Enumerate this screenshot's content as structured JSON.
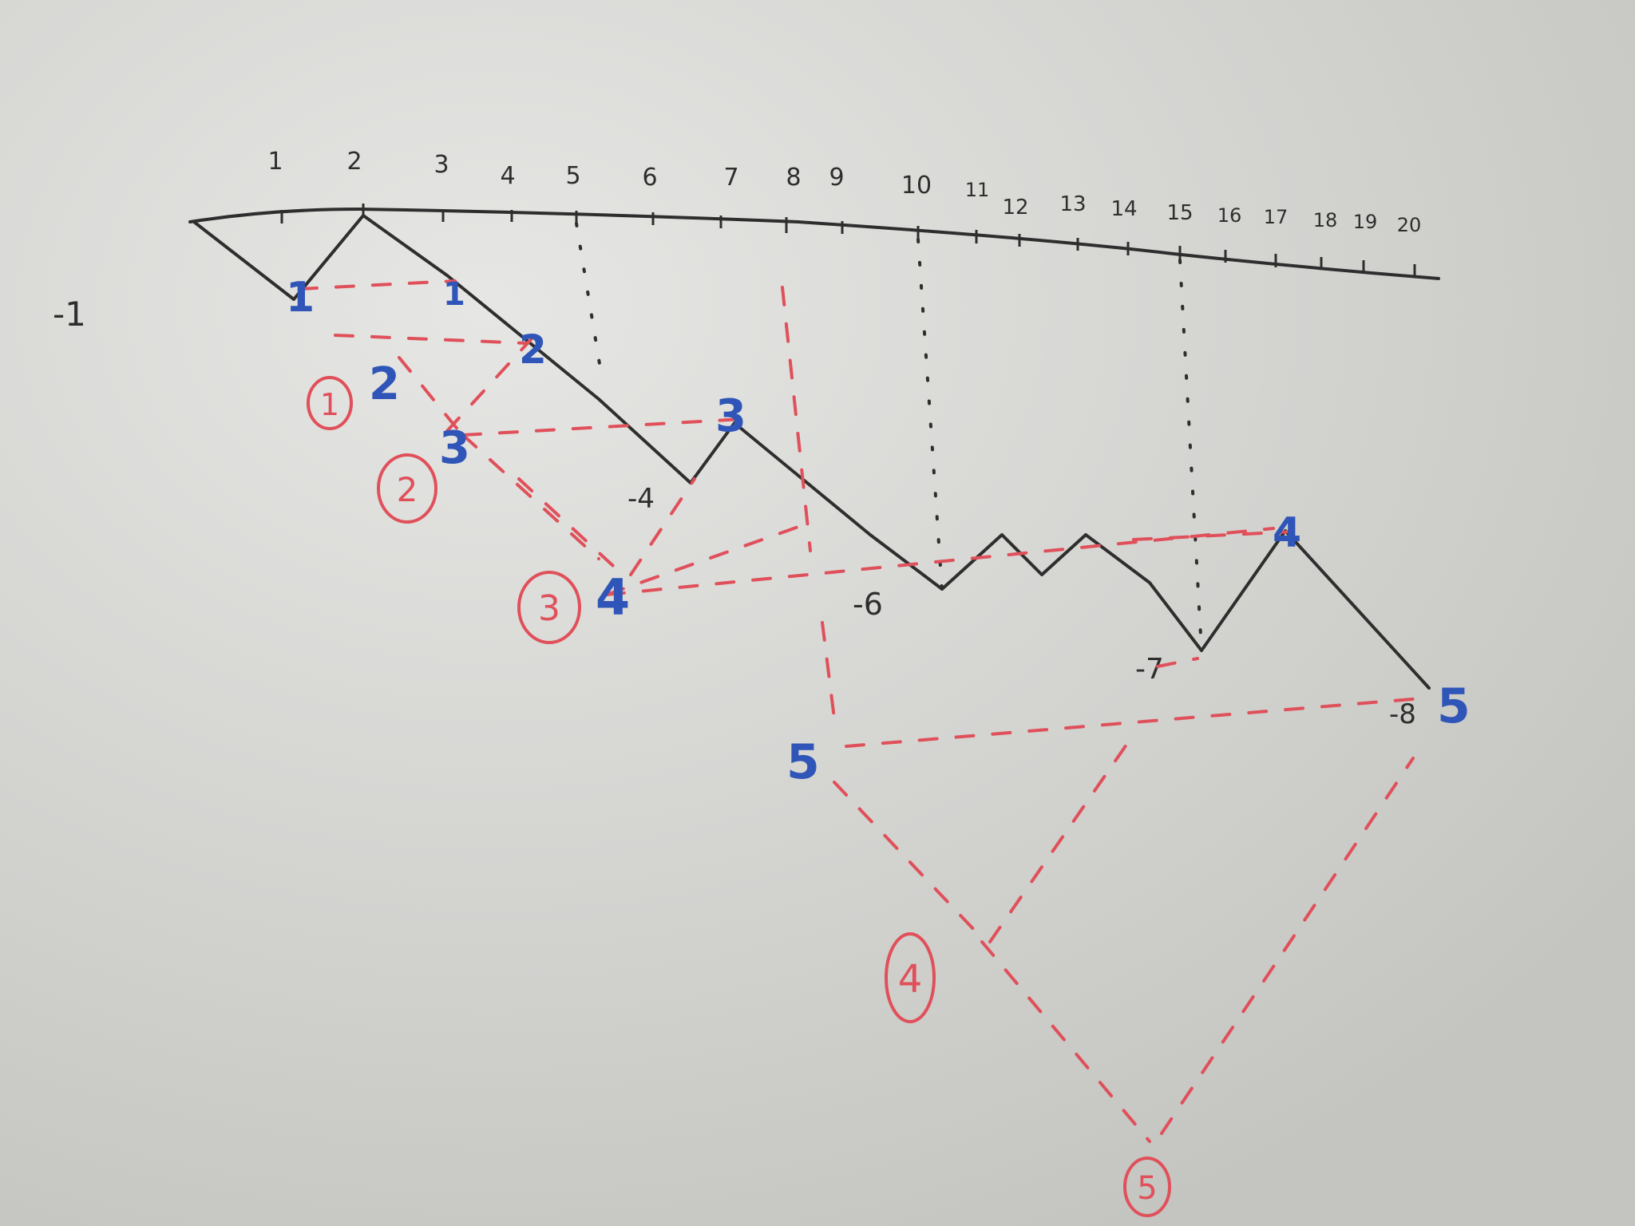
{
  "colors": {
    "board": "#d6d6d3",
    "ink_black": "#2e2e2e",
    "ink_red": "#e0505a",
    "ink_blue": "#2f55b8"
  },
  "axis_ticks": [
    "1",
    "2",
    "3",
    "4",
    "5",
    "6",
    "7",
    "8",
    "9",
    "10",
    "11",
    "12",
    "13",
    "14",
    "15",
    "16",
    "17",
    "18",
    "19",
    "20"
  ],
  "y_labels": {
    "minus1": "-1",
    "minus4": "-4",
    "minus6": "-6",
    "minus7": "-7",
    "minus8": "-8"
  },
  "blue_labels": [
    "1",
    "2",
    "1",
    "2",
    "3",
    "3",
    "4",
    "5",
    "4",
    "5"
  ],
  "circled_labels": [
    "1",
    "2",
    "3",
    "4",
    "5"
  ]
}
